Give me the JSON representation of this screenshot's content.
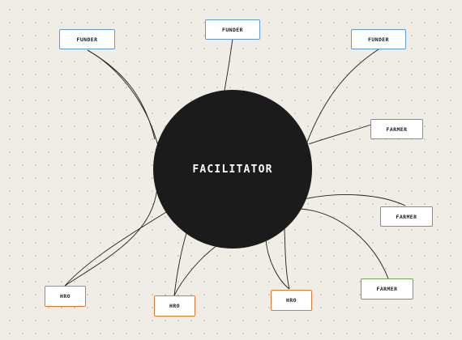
{
  "center": {
    "label": "FACILITATOR"
  },
  "colors": {
    "funder": "#5b9bd5",
    "farmer": "#6aa84f",
    "hro": "#e8782a",
    "hub": "#1b1b1b",
    "line": "#1e1e1e"
  },
  "nodes": [
    {
      "id": "funder-1",
      "label": "FUNDER",
      "kind": "funder"
    },
    {
      "id": "funder-2",
      "label": "FUNDER",
      "kind": "funder"
    },
    {
      "id": "funder-3",
      "label": "FUNDER",
      "kind": "funder"
    },
    {
      "id": "farmer-1",
      "label": "FARMER",
      "kind": "farmer"
    },
    {
      "id": "farmer-2",
      "label": "FARMER",
      "kind": "farmer"
    },
    {
      "id": "farmer-3",
      "label": "FARMER",
      "kind": "farmer"
    },
    {
      "id": "hro-1",
      "label": "HRO",
      "kind": "hro"
    },
    {
      "id": "hro-2",
      "label": "HRO",
      "kind": "hro"
    },
    {
      "id": "hro-3",
      "label": "HRO",
      "kind": "hro"
    }
  ],
  "links": [
    {
      "from": "facilitator",
      "to": "funder-1"
    },
    {
      "from": "facilitator",
      "to": "funder-1"
    },
    {
      "from": "facilitator",
      "to": "funder-2"
    },
    {
      "from": "facilitator",
      "to": "funder-3"
    },
    {
      "from": "facilitator",
      "to": "farmer-1"
    },
    {
      "from": "facilitator",
      "to": "farmer-2"
    },
    {
      "from": "facilitator",
      "to": "farmer-3"
    },
    {
      "from": "facilitator",
      "to": "hro-1"
    },
    {
      "from": "facilitator",
      "to": "hro-1"
    },
    {
      "from": "facilitator",
      "to": "hro-2"
    },
    {
      "from": "facilitator",
      "to": "hro-2"
    },
    {
      "from": "facilitator",
      "to": "hro-3"
    },
    {
      "from": "facilitator",
      "to": "hro-3"
    }
  ]
}
